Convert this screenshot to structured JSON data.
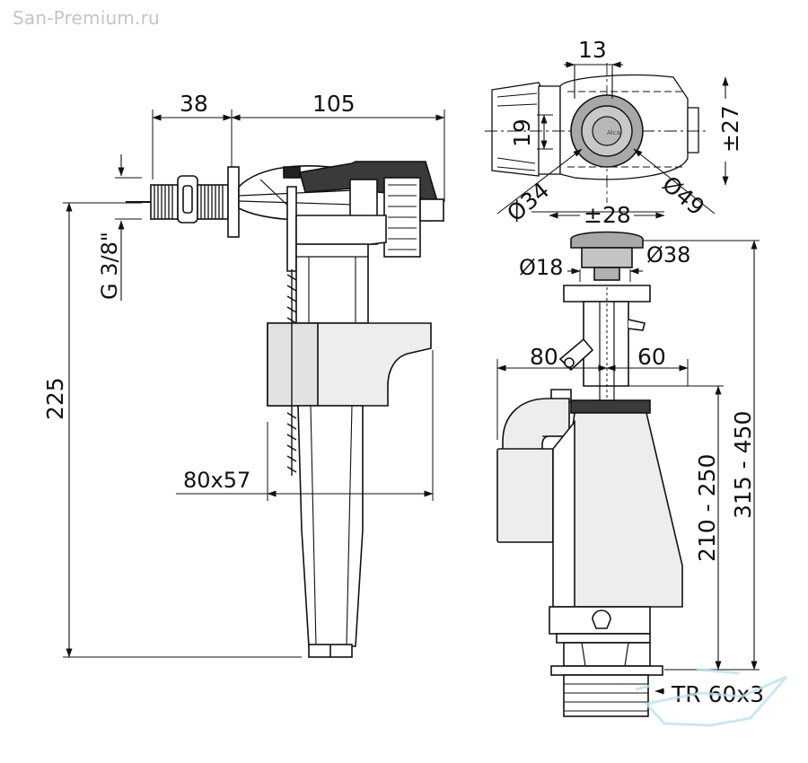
{
  "watermark": "San-Premium.ru",
  "left_view": {
    "dim_38": "38",
    "dim_105": "105",
    "dim_g38": "G 3/8\"",
    "dim_225": "225",
    "dim_80x57": "80x57"
  },
  "top_view": {
    "dim_13": "13",
    "dim_19": "19",
    "dim_pm27": "±27",
    "dim_d34": "Ø34",
    "dim_d49": "Ø49",
    "dim_pm28": "±28",
    "brand": "Alca"
  },
  "right_view": {
    "dim_d18": "Ø18",
    "dim_d38": "Ø38",
    "dim_80": "80",
    "dim_60": "60",
    "dim_210_250": "210 - 250",
    "dim_315_450": "315 - 450",
    "dim_tr": "TR 60x3"
  },
  "colors": {
    "line": "#111111",
    "body_fill": "#ededed",
    "dark_fill": "#3a3a3a",
    "button_fill": "#a8a8a8",
    "watermark": "#c4c4c4"
  }
}
